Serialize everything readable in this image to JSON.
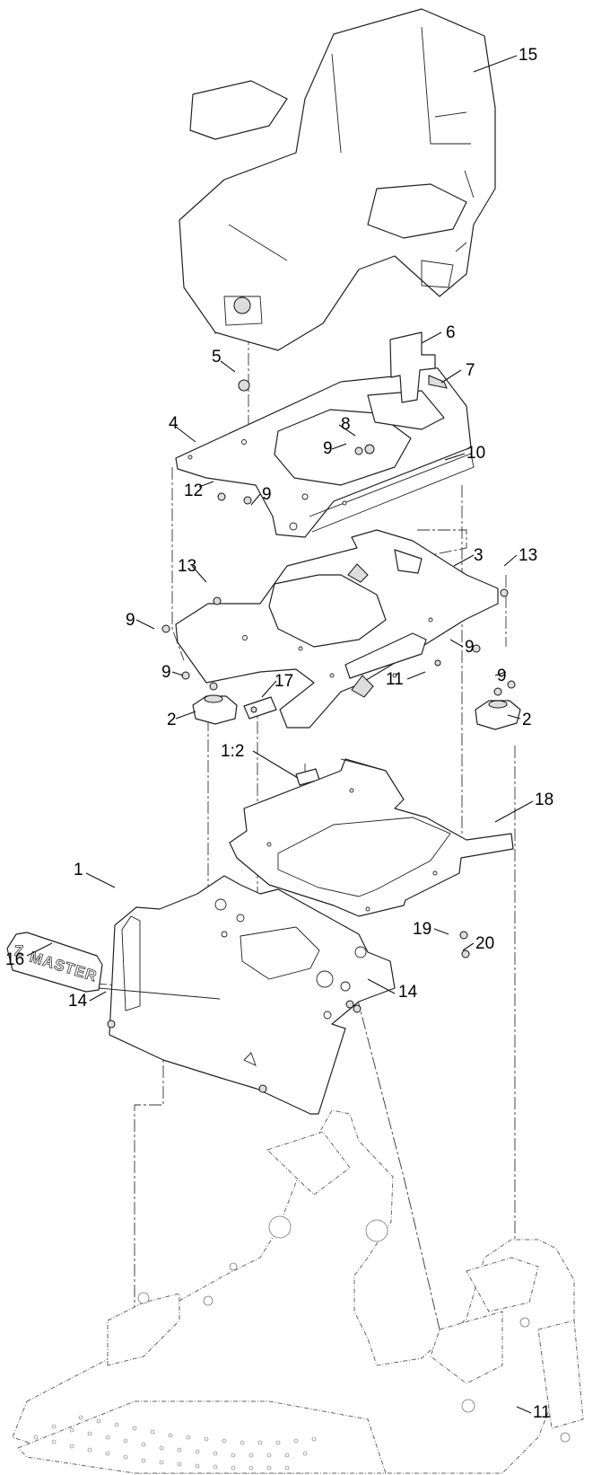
{
  "callouts": {
    "c15": "15",
    "c6": "6",
    "c5": "5",
    "c7": "7",
    "c8": "8",
    "c9a": "9",
    "c4": "4",
    "c10": "10",
    "c12": "12",
    "c9b": "9",
    "c3": "3",
    "c13a": "13",
    "c13b": "13",
    "c9c": "9",
    "c9d": "9",
    "c11a": "11",
    "c9e": "9",
    "c17": "17",
    "c9f": "9",
    "c2a": "2",
    "c2b": "2",
    "c1_2": "1:2",
    "c18": "18",
    "c1": "1",
    "c19": "19",
    "c20": "20",
    "c16": "16",
    "c14a": "14",
    "c14b": "14",
    "c11b": "11"
  },
  "decal": {
    "logo_text": "MASTER",
    "logo_initial": "Z"
  }
}
